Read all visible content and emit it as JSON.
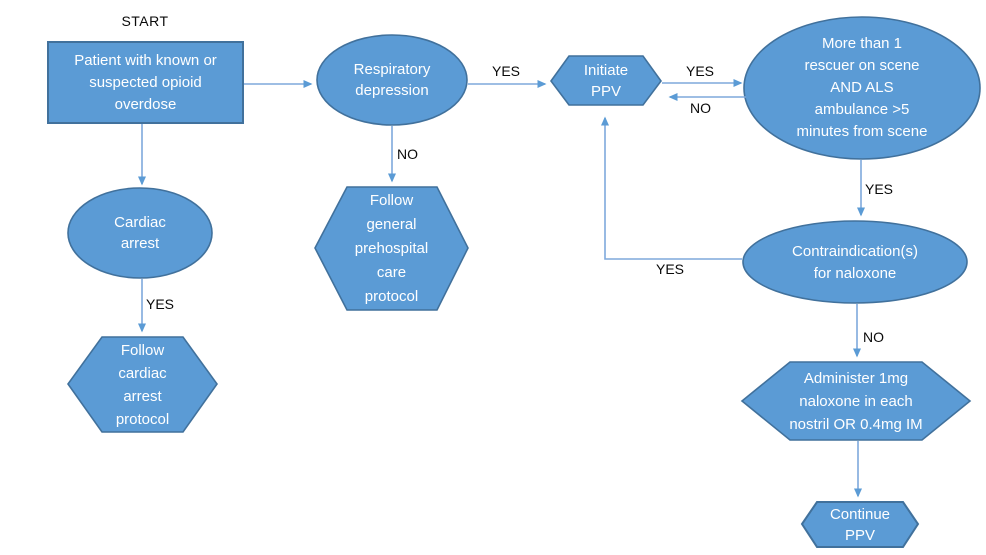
{
  "diagram": {
    "type": "flowchart",
    "start_label": "START",
    "colors": {
      "node_fill": "#5b9bd5",
      "node_border": "#41719c",
      "arrow_line": "#7fa9dc",
      "arrow_head": "#5b9bd5",
      "node_text": "#ffffff",
      "label_text": "#0a0a0a",
      "background": "#ffffff"
    },
    "nodes": [
      {
        "id": "patient-box",
        "shape": "rectangle",
        "text": "Patient with known or\nsuspected opioid\noverdose"
      },
      {
        "id": "cardiac-arrest",
        "shape": "ellipse",
        "text": "Cardiac\narrest"
      },
      {
        "id": "follow-cardiac-arrest-protocol",
        "shape": "hexagon",
        "text": "Follow\ncardiac\narrest\nprotocol"
      },
      {
        "id": "respiratory-depression",
        "shape": "ellipse",
        "text": "Respiratory\ndepression"
      },
      {
        "id": "follow-general-prehospital-care-protocol",
        "shape": "hexagon",
        "text": "Follow\ngeneral\nprehospital\ncare\nprotocol"
      },
      {
        "id": "initiate-ppv",
        "shape": "hexagon",
        "text": "Initiate\nPPV"
      },
      {
        "id": "more-rescuers",
        "shape": "ellipse",
        "text": "More than 1\nrescuer on scene\nAND ALS\nambulance >5\nminutes from scene"
      },
      {
        "id": "contraindications-naloxone",
        "shape": "ellipse",
        "text": "Contraindication(s)\nfor naloxone"
      },
      {
        "id": "administer-naloxone",
        "shape": "hexagon",
        "text": "Administer 1mg\nnaloxone in each\nnostril OR 0.4mg IM"
      },
      {
        "id": "continue-ppv",
        "shape": "hexagon",
        "text": "Continue\nPPV"
      }
    ],
    "edges": [
      {
        "from": "patient-box",
        "to": "cardiac-arrest",
        "label": ""
      },
      {
        "from": "patient-box",
        "to": "respiratory-depression",
        "label": ""
      },
      {
        "from": "cardiac-arrest",
        "to": "follow-cardiac-arrest-protocol",
        "label": "YES"
      },
      {
        "from": "respiratory-depression",
        "to": "follow-general-prehospital-care-protocol",
        "label": "NO"
      },
      {
        "from": "respiratory-depression",
        "to": "initiate-ppv",
        "label": "YES"
      },
      {
        "from": "initiate-ppv",
        "to": "more-rescuers",
        "label": "YES"
      },
      {
        "from": "more-rescuers",
        "to": "initiate-ppv",
        "label": "NO"
      },
      {
        "from": "more-rescuers",
        "to": "contraindications-naloxone",
        "label": "YES"
      },
      {
        "from": "contraindications-naloxone",
        "to": "initiate-ppv",
        "label": "YES"
      },
      {
        "from": "contraindications-naloxone",
        "to": "administer-naloxone",
        "label": "NO"
      },
      {
        "from": "administer-naloxone",
        "to": "continue-ppv",
        "label": ""
      }
    ]
  }
}
